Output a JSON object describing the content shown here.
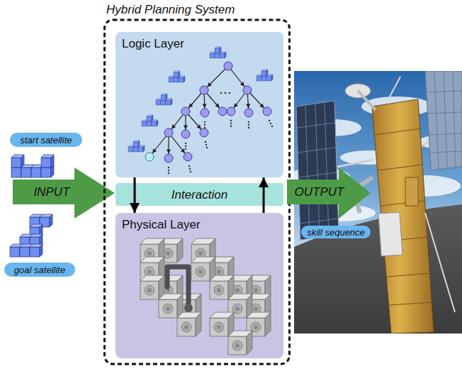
{
  "diagram": {
    "nodes": [
      {
        "text": [
          "start satellite"
        ]
      },
      {
        "text": [
          "INPUT"
        ]
      },
      {
        "text": [
          "goal satellite"
        ]
      },
      {
        "text": [
          "Hybrid Planning System"
        ]
      },
      {
        "text": [
          "Logic Layer"
        ],
        "in": 3
      },
      {
        "text": [
          "Interaction"
        ],
        "in": 3
      },
      {
        "text": [
          "Physical Layer"
        ],
        "in": 3
      },
      {
        "text": [
          "OUTPUT"
        ]
      },
      {
        "text": [
          "skill sequence"
        ]
      }
    ],
    "edges": [
      {
        "from": 4,
        "to": 6,
        "arrow": "to"
      },
      {
        "from": 6,
        "to": 4,
        "arrow": "to"
      }
    ]
  }
}
